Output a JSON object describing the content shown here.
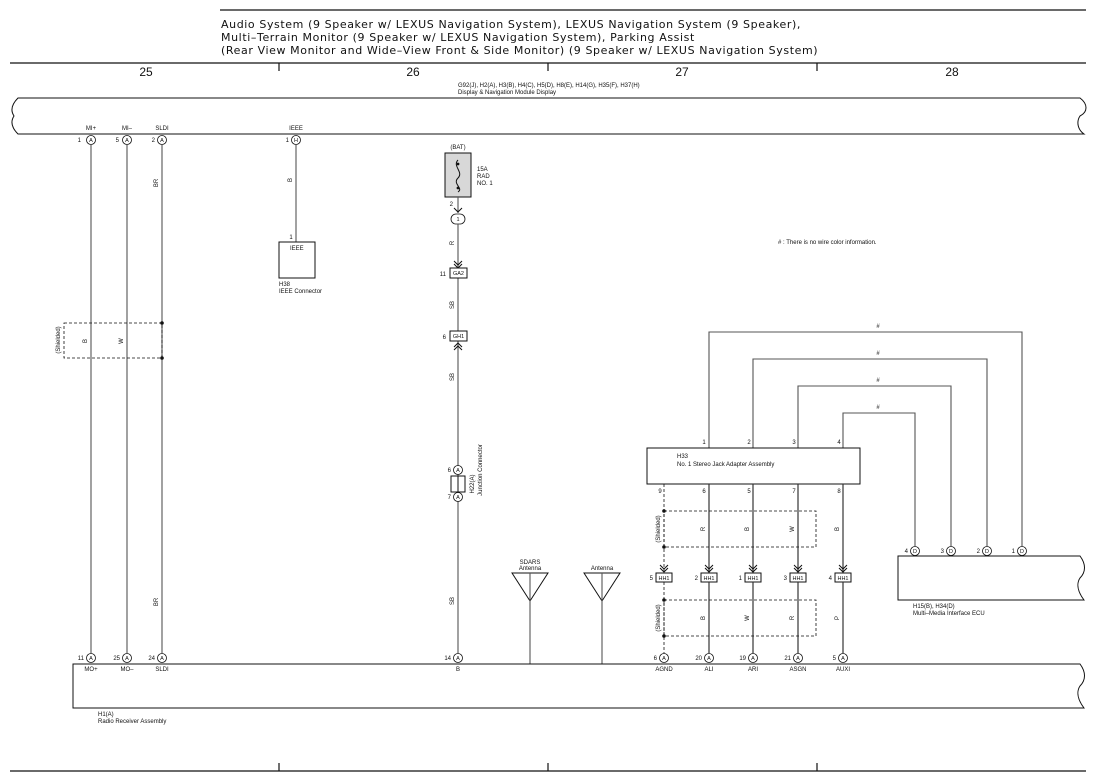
{
  "header": {
    "line1": "Audio System (9 Speaker w/ LEXUS Navigation System),  LEXUS Navigation System (9 Speaker),",
    "line2": "Multi–Terrain Monitor (9 Speaker w/ LEXUS Navigation System),  Parking Assist",
    "line3": "(Rear View Monitor and Wide–View Front & Side Monitor) (9 Speaker w/ LEXUS Navigation System)"
  },
  "columns": [
    "25",
    "26",
    "27",
    "28"
  ],
  "display_module": {
    "codes": "G92(J), H2(A), H3(B), H4(C), H5(D), H8(E), H14(G), H35(F), H37(H)",
    "name": "Display & Navigation Module Display",
    "pins": [
      {
        "num": "1",
        "conn": "A",
        "label": "MI+"
      },
      {
        "num": "5",
        "conn": "A",
        "label": "MI–"
      },
      {
        "num": "2",
        "conn": "A",
        "label": "SLDI"
      },
      {
        "num": "1",
        "conn": "H",
        "label": "IEEE"
      }
    ]
  },
  "ieee_connector": {
    "pin": "1",
    "label": "IEEE",
    "code": "H38",
    "name": "IEEE Connector"
  },
  "fuse": {
    "source": "(BAT)",
    "rating": "15A",
    "name": "RAD",
    "number": "NO. 1",
    "pin": "2",
    "conn": "1"
  },
  "junction": {
    "code": "H22(A)",
    "name": "Junction Connector",
    "pin_a": "6",
    "pin_b": "7",
    "conn": "A"
  },
  "inline_connectors": [
    {
      "pin": "11",
      "code": "GA2"
    },
    {
      "pin": "6",
      "code": "GH1"
    }
  ],
  "wire_colors": {
    "b": "B",
    "w": "W",
    "br": "BR",
    "r": "R",
    "sb": "SB",
    "p": "P",
    "shielded": "(Shielded)",
    "unknown": "#"
  },
  "note": "# : There is no wire color information.",
  "stereo_jack": {
    "code": "H33",
    "name": "No. 1 Stereo Jack Adapter Assembly",
    "top_pins": [
      "1",
      "2",
      "3",
      "4"
    ],
    "bottom_pins": [
      "9",
      "6",
      "5",
      "7",
      "8"
    ]
  },
  "hh1_connectors": [
    {
      "pin": "5",
      "code": "HH1"
    },
    {
      "pin": "2",
      "code": "HH1"
    },
    {
      "pin": "1",
      "code": "HH1"
    },
    {
      "pin": "3",
      "code": "HH1"
    },
    {
      "pin": "4",
      "code": "HH1"
    }
  ],
  "mmi_ecu": {
    "code": "H15(B), H34(D)",
    "name": "Multi–Media Interface ECU",
    "pins": [
      {
        "num": "4",
        "conn": "D"
      },
      {
        "num": "3",
        "conn": "D"
      },
      {
        "num": "2",
        "conn": "D"
      },
      {
        "num": "1",
        "conn": "D"
      }
    ]
  },
  "antennas": [
    {
      "name1": "SDARS",
      "name2": "Antenna"
    },
    {
      "name1": "Antenna",
      "name2": ""
    }
  ],
  "radio_receiver": {
    "code": "H1(A)",
    "name": "Radio Receiver Assembly",
    "pins": [
      {
        "num": "11",
        "conn": "A",
        "label": "MO+"
      },
      {
        "num": "25",
        "conn": "A",
        "label": "MO–"
      },
      {
        "num": "24",
        "conn": "A",
        "label": "SLDI"
      },
      {
        "num": "14",
        "conn": "A",
        "label": "B"
      },
      {
        "num": "6",
        "conn": "A",
        "label": "AGND"
      },
      {
        "num": "20",
        "conn": "A",
        "label": "ALI"
      },
      {
        "num": "19",
        "conn": "A",
        "label": "ARI"
      },
      {
        "num": "21",
        "conn": "A",
        "label": "ASGN"
      },
      {
        "num": "5",
        "conn": "A",
        "label": "AUXI"
      }
    ]
  }
}
